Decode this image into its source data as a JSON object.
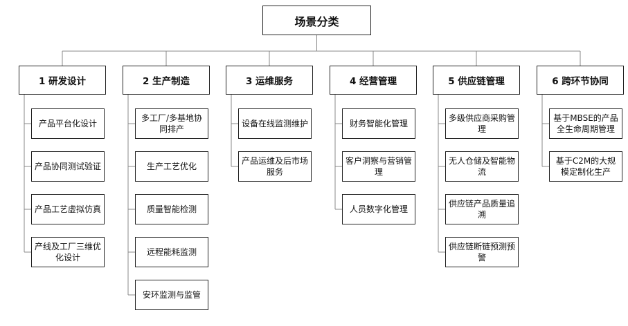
{
  "root": {
    "label": "场景分类"
  },
  "categories": [
    {
      "label": "1 研发设计",
      "items": [
        "产品平台化设计",
        "产品协同测试验证",
        "产品工艺虚拟仿真",
        "产线及工厂三维优化设计"
      ]
    },
    {
      "label": "2 生产制造",
      "items": [
        "多工厂/多基地协同排产",
        "生产工艺优化",
        "质量智能检测",
        "远程能耗监测",
        "安环监测与监管"
      ]
    },
    {
      "label": "3 运维服务",
      "items": [
        "设备在线监测维护",
        "产品运维及后市场服务"
      ]
    },
    {
      "label": "4 经营管理",
      "items": [
        "财务智能化管理",
        "客户洞察与营销管理",
        "人员数字化管理"
      ]
    },
    {
      "label": "5 供应链管理",
      "items": [
        "多级供应商采购管理",
        "无人仓储及智能物流",
        "供应链产品质量追溯",
        "供应链断链预测预警"
      ]
    },
    {
      "label": "6 跨环节协同",
      "items": [
        "基于MBSE的产品全生命周期管理",
        "基于C2M的大规模定制化生产"
      ]
    }
  ]
}
